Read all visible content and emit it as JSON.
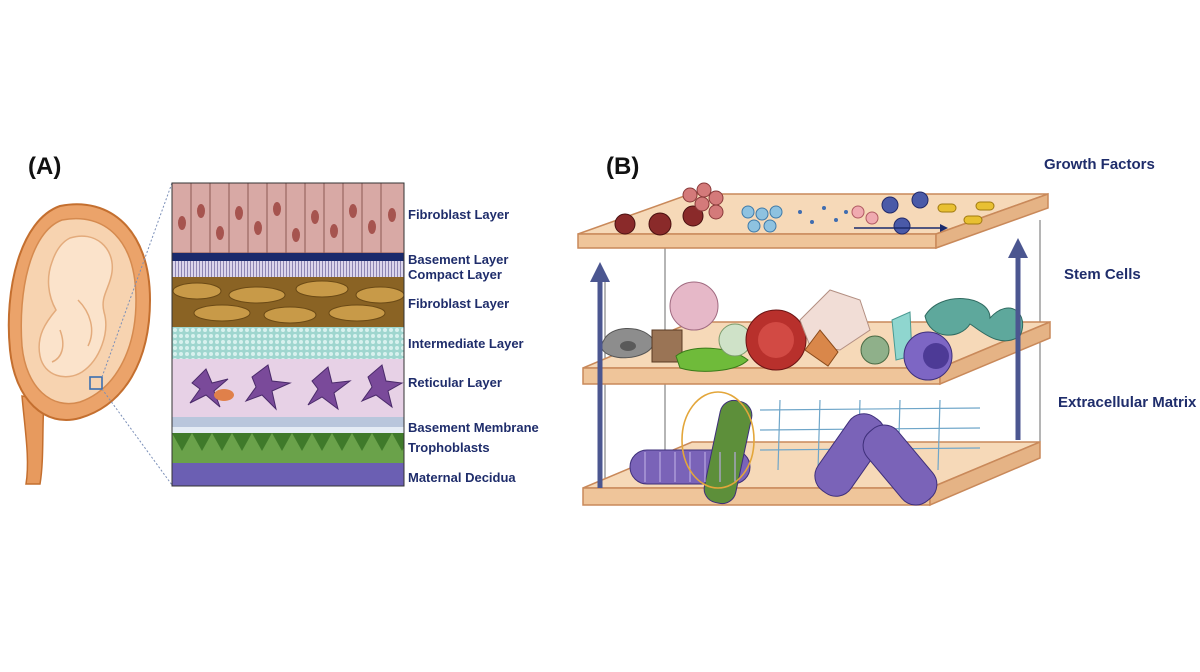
{
  "panel_a": {
    "letter": "(A)",
    "layers": [
      {
        "label": "Fibroblast Layer"
      },
      {
        "label": "Basement Layer"
      },
      {
        "label": "Compact Layer"
      },
      {
        "label": "Fibroblast Layer"
      },
      {
        "label": "Intermediate Layer"
      },
      {
        "label": "Reticular Layer"
      },
      {
        "label": "Basement Membrane"
      },
      {
        "label": "Trophoblasts"
      },
      {
        "label": "Maternal Decidua"
      }
    ]
  },
  "panel_b": {
    "letter": "(B)",
    "levels": [
      {
        "label": "Growth Factors"
      },
      {
        "label": "Stem Cells"
      },
      {
        "label": "Extracellular Matrix"
      }
    ]
  },
  "colors": {
    "label_text": "#1f2d6b",
    "plate_fill": "#f6d9b8",
    "plate_edge": "#c9895a",
    "arrow": "#4b5690"
  }
}
